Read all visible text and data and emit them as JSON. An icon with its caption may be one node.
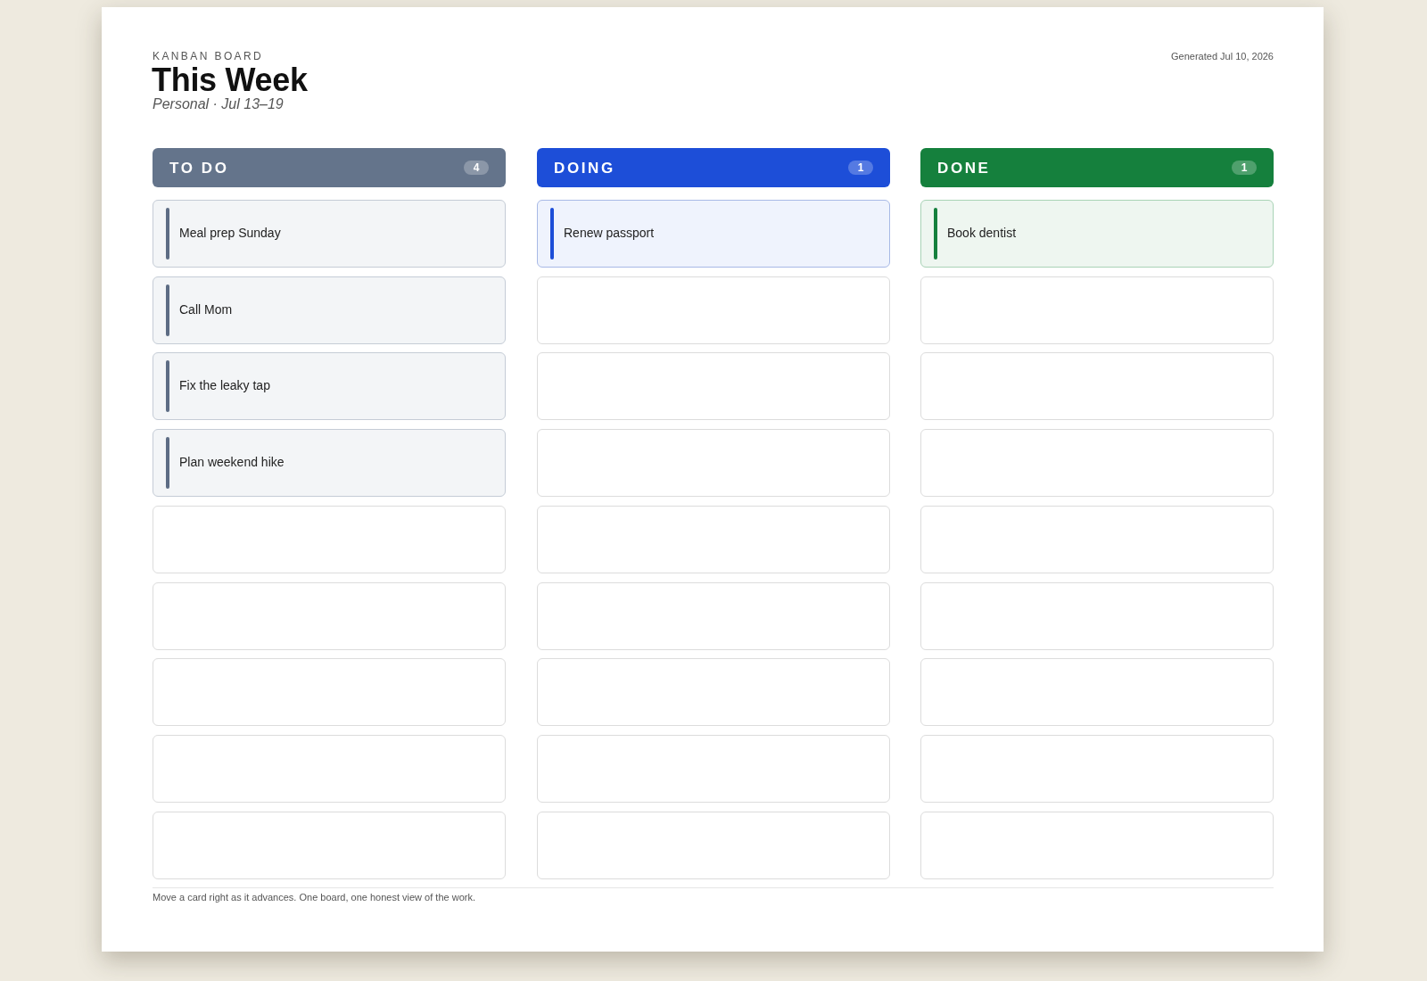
{
  "diagram": {
    "title": "This Week",
    "nodes": [
      {
        "text": [
          "TO DO",
          "4"
        ]
      },
      {
        "text": [
          "Meal prep Sunday"
        ]
      },
      {
        "text": [
          "Call Mom"
        ]
      },
      {
        "text": [
          "Fix the leaky tap"
        ]
      },
      {
        "text": [
          "Plan weekend hike"
        ]
      },
      {
        "text": [],
        "shape": "box"
      },
      {
        "text": [],
        "shape": "box"
      },
      {
        "text": [],
        "shape": "box"
      },
      {
        "text": [],
        "shape": "box"
      },
      {
        "text": [],
        "shape": "box"
      },
      {
        "text": [
          "DOING",
          "1"
        ]
      },
      {
        "text": [
          "Renew passport"
        ]
      },
      {
        "text": [],
        "shape": "box"
      },
      {
        "text": [],
        "shape": "box"
      },
      {
        "text": [],
        "shape": "box"
      },
      {
        "text": [],
        "shape": "box"
      },
      {
        "text": [],
        "shape": "box"
      },
      {
        "text": [],
        "shape": "box"
      },
      {
        "text": [],
        "shape": "box"
      },
      {
        "text": [],
        "shape": "box"
      },
      {
        "text": [
          "DONE",
          "1"
        ]
      },
      {
        "text": [
          "Book dentist"
        ]
      },
      {
        "text": [],
        "shape": "box"
      },
      {
        "text": [],
        "shape": "box"
      },
      {
        "text": [],
        "shape": "box"
      },
      {
        "text": [],
        "shape": "box"
      },
      {
        "text": [],
        "shape": "box"
      },
      {
        "text": [],
        "shape": "box"
      },
      {
        "text": [],
        "shape": "box"
      },
      {
        "text": [],
        "shape": "box"
      }
    ],
    "labels": [
      "KANBAN BOARD",
      "Generated Jul 10, 2026",
      "Personal · Jul 13–19",
      "Move a card right as it advances. One board, one honest view of the work."
    ]
  }
}
